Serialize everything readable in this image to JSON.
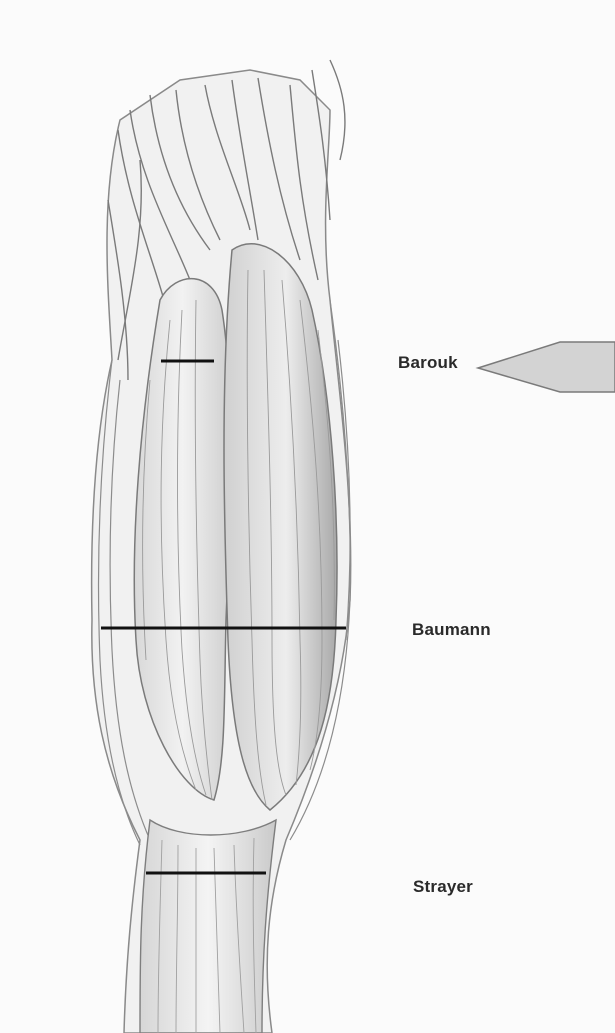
{
  "labels": {
    "barouk": "Barouk",
    "baumann": "Baumann",
    "strayer": "Strayer"
  },
  "icons": {
    "callout": "callout-pointer-icon"
  },
  "colors": {
    "background": "#fbfbfb",
    "sketch_stroke": "#6e6e6e",
    "incision_line": "#111111",
    "callout_fill": "#d3d3d3",
    "callout_stroke": "#7a7a7a",
    "label_text": "#2a2a2a"
  }
}
